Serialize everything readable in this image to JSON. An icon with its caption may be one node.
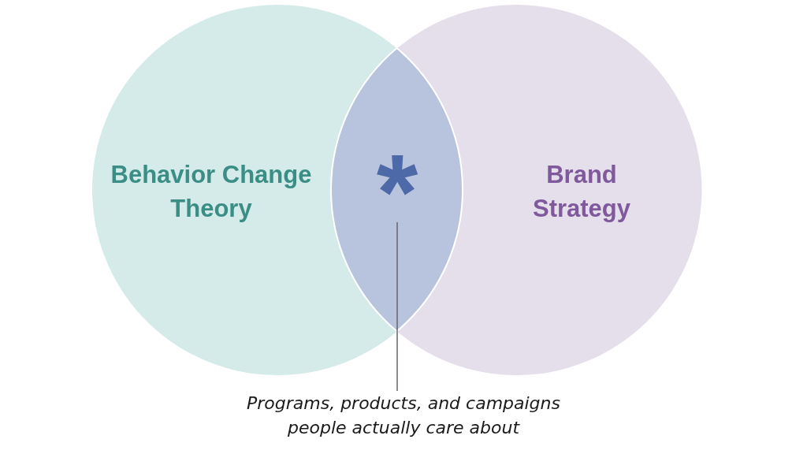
{
  "diagram": {
    "nodes": [
      {
        "text": [
          "Behavior Change Theory"
        ]
      },
      {
        "text": [
          "Brand Strategy"
        ]
      },
      {
        "text": [
          "*"
        ]
      },
      {
        "text": [
          "Programs, products, and campaigns people actually care about"
        ]
      }
    ],
    "edges": [
      {
        "from": 3,
        "to": 2,
        "arrow": "none"
      }
    ]
  }
}
